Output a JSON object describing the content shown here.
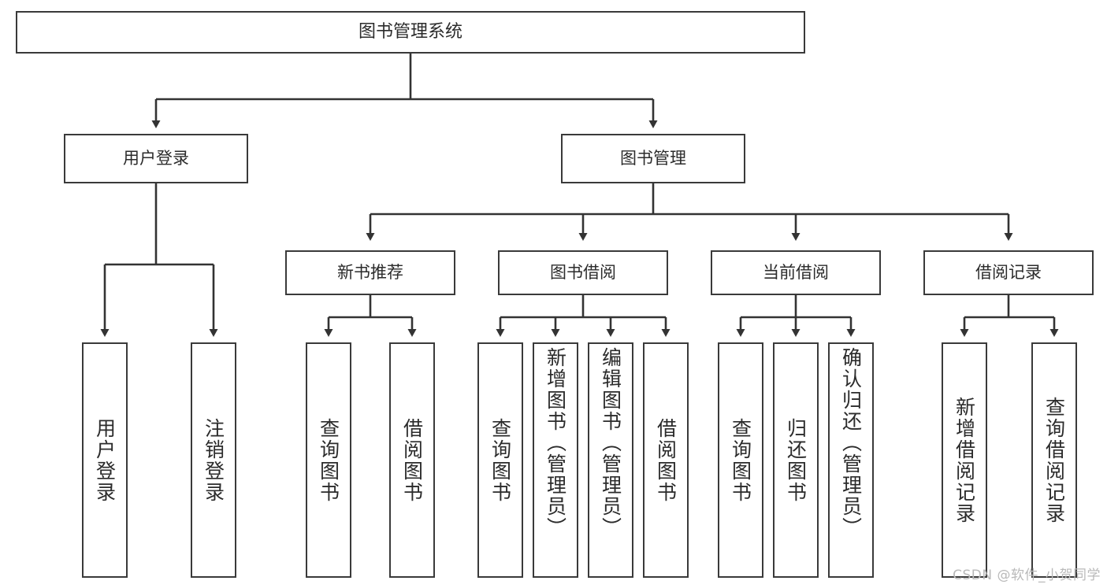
{
  "diagram": {
    "title": "图书管理系统",
    "type": "tree-hierarchy-diagram",
    "colors": {
      "box_border": "#3a3a3a",
      "box_fill": "#ffffff",
      "connector": "#333333",
      "text": "#2b2b2b",
      "watermark": "#b9b9b9"
    },
    "root": {
      "label": "图书管理系统"
    },
    "level2": [
      {
        "label": "用户登录"
      },
      {
        "label": "图书管理"
      }
    ],
    "level3": [
      {
        "label": "新书推荐"
      },
      {
        "label": "图书借阅"
      },
      {
        "label": "当前借阅"
      },
      {
        "label": "借阅记录"
      }
    ],
    "leaves": {
      "user_login": [
        {
          "label": "用户登录"
        },
        {
          "label": "注销登录"
        }
      ],
      "new_book_recommend": [
        {
          "label": "查询图书"
        },
        {
          "label": "借阅图书"
        }
      ],
      "book_borrow": [
        {
          "label": "查询图书"
        },
        {
          "label": "新增图书（管理员）"
        },
        {
          "label": "编辑图书（管理员）"
        },
        {
          "label": "借阅图书"
        }
      ],
      "current_borrow": [
        {
          "label": "查询图书"
        },
        {
          "label": "归还图书"
        },
        {
          "label": "确认归还（管理员）"
        }
      ],
      "borrow_record": [
        {
          "label": "新增借阅记录"
        },
        {
          "label": "查询借阅记录"
        }
      ]
    },
    "watermark": "CSDN @软件_小贺同学"
  }
}
